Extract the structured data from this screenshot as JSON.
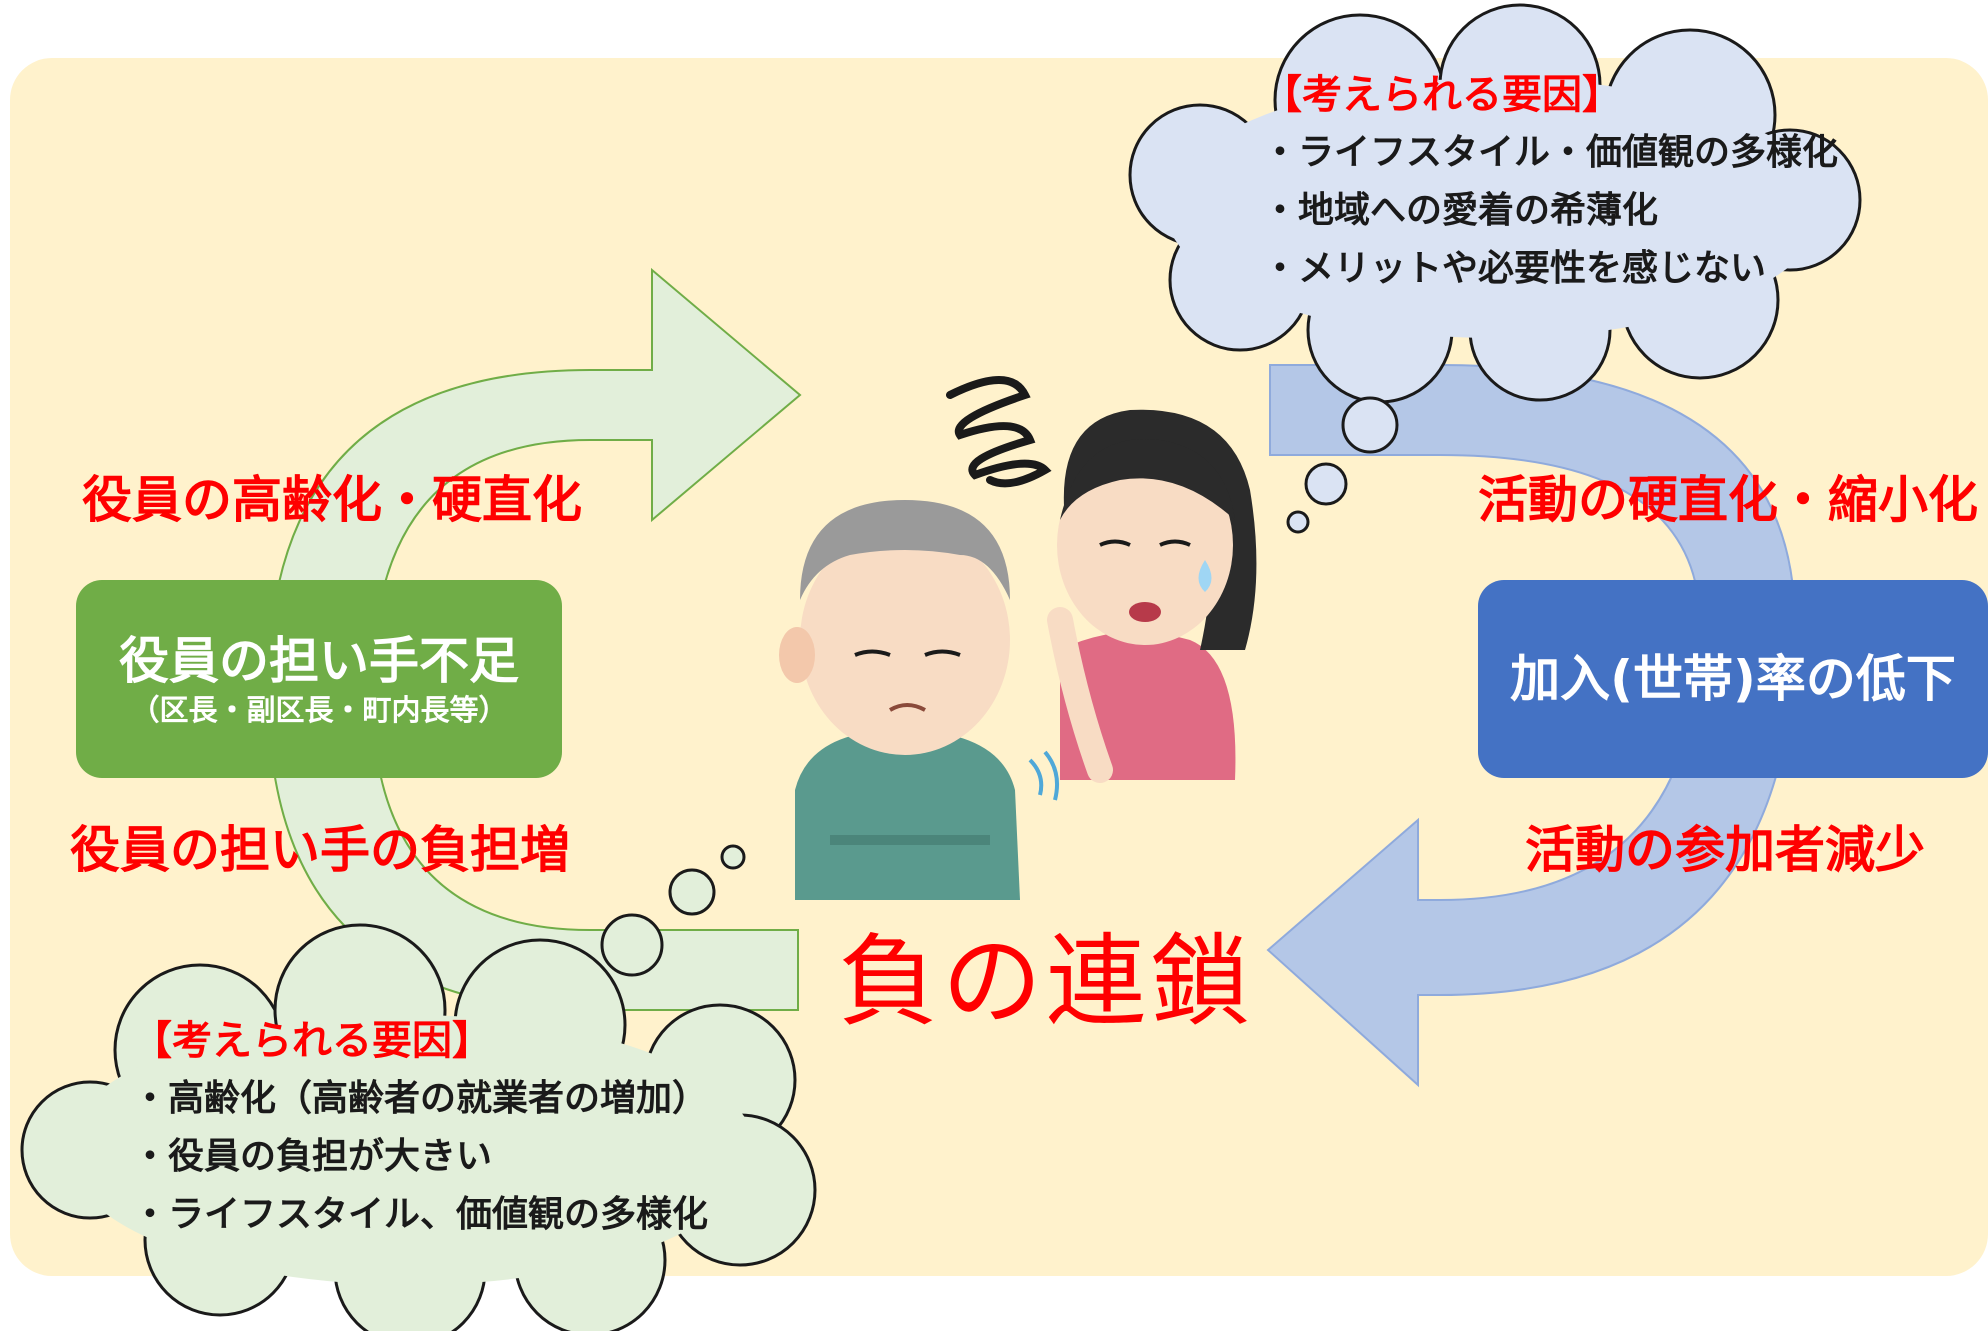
{
  "colors": {
    "background_panel": "#fff2cc",
    "green_box": "#70ad47",
    "blue_box": "#4472c4",
    "green_arrow": "#e2efda",
    "blue_arrow": "#b4c7e7",
    "cloud_blue": "#dae3f3",
    "cloud_green": "#e2efda",
    "accent_red": "#ff0000"
  },
  "left_box": {
    "title": "役員の担い手不足",
    "subtitle": "（区長・副区長・町内長等）"
  },
  "right_box": {
    "title": "加入(世帯)率の低下"
  },
  "labels": {
    "left_top": "役員の高齢化・硬直化",
    "left_bottom": "役員の担い手の負担増",
    "right_top": "活動の硬直化・縮小化",
    "right_bottom": "活動の参加者減少"
  },
  "center_title": "負の連鎖",
  "cloud_top_right": {
    "heading": "【考えられる要因】",
    "items": [
      "・ライフスタイル・価値観の多様化",
      "・地域への愛着の希薄化",
      "・メリットや必要性を感じない"
    ]
  },
  "cloud_bottom_left": {
    "heading": "【考えられる要因】",
    "items": [
      "・高齢化（高齢者の就業者の増加）",
      "・役員の負担が大きい",
      "・ライフスタイル、価値観の多様化"
    ]
  },
  "illustration": {
    "icons": [
      "worried-elderly-man-icon",
      "worried-woman-icon",
      "anxiety-scribble-icon"
    ]
  }
}
